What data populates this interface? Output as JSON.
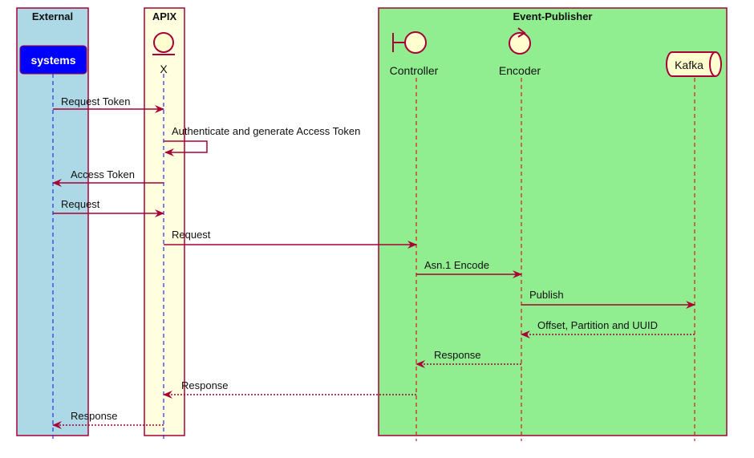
{
  "colors": {
    "external_fill": "#add8e6",
    "apix_fill": "#ffffe0",
    "publisher_fill": "#90ee90",
    "box_border": "#a80036",
    "arrow": "#a80036",
    "lifeline_blue": "#2233ee",
    "lifeline_red": "#d81b1b",
    "participant_fill": "#fefece",
    "systems_fill": "#0000ff",
    "systems_text": "#ffffff"
  },
  "boxes": [
    {
      "id": "external",
      "title": "External"
    },
    {
      "id": "apix",
      "title": "APIX"
    },
    {
      "id": "publisher",
      "title": "Event-Publisher"
    }
  ],
  "participants": [
    {
      "id": "systems",
      "label": "systems",
      "icon": "rectangle"
    },
    {
      "id": "x",
      "label": "X",
      "icon": "entity-icon"
    },
    {
      "id": "controller",
      "label": "Controller",
      "icon": "boundary-icon"
    },
    {
      "id": "encoder",
      "label": "Encoder",
      "icon": "control-icon"
    },
    {
      "id": "kafka",
      "label": "Kafka",
      "icon": "queue-icon"
    }
  ],
  "messages": [
    {
      "from": "systems",
      "to": "x",
      "label": "Request Token",
      "style": "solid"
    },
    {
      "from": "x",
      "to": "x",
      "label": "Authenticate and generate Access Token",
      "style": "solid"
    },
    {
      "from": "x",
      "to": "systems",
      "label": "Access Token",
      "style": "solid"
    },
    {
      "from": "systems",
      "to": "x",
      "label": "Request",
      "style": "solid"
    },
    {
      "from": "x",
      "to": "controller",
      "label": "Request",
      "style": "solid"
    },
    {
      "from": "controller",
      "to": "encoder",
      "label": "Asn.1 Encode",
      "style": "solid"
    },
    {
      "from": "encoder",
      "to": "kafka",
      "label": "Publish",
      "style": "solid"
    },
    {
      "from": "kafka",
      "to": "encoder",
      "label": "Offset, Partition and UUID",
      "style": "dashed"
    },
    {
      "from": "encoder",
      "to": "controller",
      "label": "Response",
      "style": "dashed"
    },
    {
      "from": "controller",
      "to": "x",
      "label": "Response",
      "style": "dashed"
    },
    {
      "from": "x",
      "to": "systems",
      "label": "Response",
      "style": "dashed"
    }
  ]
}
